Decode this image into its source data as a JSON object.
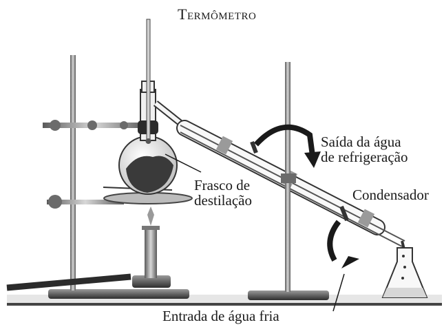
{
  "labels": {
    "thermometer": "Termômetro",
    "outlet_line1": "Saída da água",
    "outlet_line2": "de refrigeração",
    "flask_line1": "Frasco de",
    "flask_line2": "destilação",
    "condenser": "Condensador",
    "inlet": "Entrada de água fria"
  },
  "colors": {
    "ink": "#1a1a1a",
    "glass": "#f4f4f4",
    "metal": "#8a8a8a",
    "dark": "#2b2b2b",
    "contents": "#3a3a3a"
  }
}
